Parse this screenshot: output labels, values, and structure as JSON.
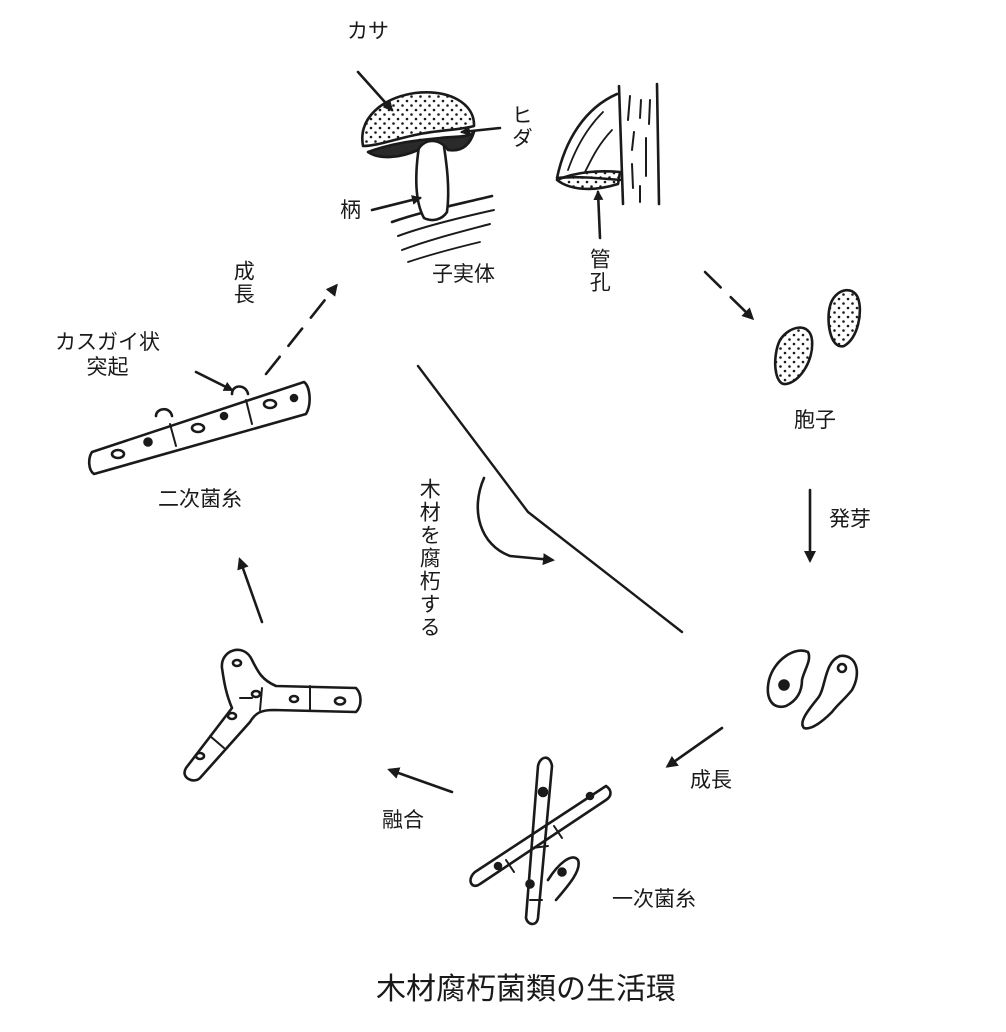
{
  "title": "木材腐朽菌類の生活環",
  "labels": {
    "kasa": "カサ",
    "hida": "ヒダ",
    "gara": "柄",
    "kankou": "管孔",
    "shijitsutai": "子実体",
    "houshi": "胞子",
    "hatsuga": "発芽",
    "seichou_right": "成長",
    "ichiji_kinshi": "一次菌糸",
    "yuugou": "融合",
    "niji_kinshi": "二次菌糸",
    "kasugai": "カスガイ状\n突起",
    "seichou_left": "成長",
    "fukyuu": "木材を腐朽する"
  }
}
